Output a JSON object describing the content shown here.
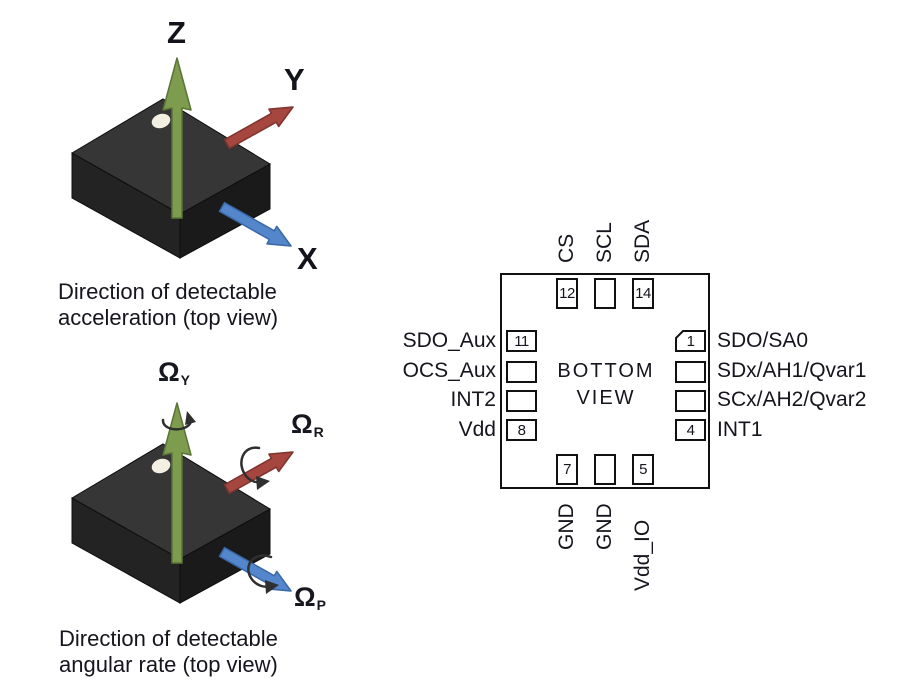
{
  "colors": {
    "arrow_green": "#7d9c4d",
    "arrow_green_dark": "#5a7437",
    "arrow_red": "#a5463f",
    "arrow_red_dark": "#7f332e",
    "arrow_blue": "#5486cc",
    "arrow_blue_dark": "#3a67a6",
    "chip_top": "#363636",
    "chip_left": "#232323",
    "chip_right": "#1a1a1a",
    "chip_dot": "#f3f0e2",
    "text": "#15151d"
  },
  "acceleration_figure": {
    "axis_z_label": "Z",
    "axis_y_label": "Y",
    "axis_x_label": "X",
    "caption_line1": "Direction of detectable",
    "caption_line2": "acceleration (top view)"
  },
  "angular_rate_figure": {
    "omega_symbol": "Ω",
    "yaw_subscript": "Y",
    "roll_subscript": "R",
    "pitch_subscript": "P",
    "caption_line1": "Direction of detectable",
    "caption_line2": "angular rate (top view)"
  },
  "pinout": {
    "view_label_line1": "BOTTOM",
    "view_label_line2": "VIEW",
    "top_pins": [
      {
        "number": "12",
        "label": "CS"
      },
      {
        "number": "",
        "label": "SCL"
      },
      {
        "number": "14",
        "label": "SDA"
      }
    ],
    "left_pins": [
      {
        "number": "11",
        "label": "SDO_Aux"
      },
      {
        "number": "",
        "label": "OCS_Aux"
      },
      {
        "number": "",
        "label": "INT2"
      },
      {
        "number": "8",
        "label": "Vdd"
      }
    ],
    "right_pins": [
      {
        "number": "1",
        "label": "SDO/SA0"
      },
      {
        "number": "",
        "label": "SDx/AH1/Qvar1"
      },
      {
        "number": "",
        "label": "SCx/AH2/Qvar2"
      },
      {
        "number": "4",
        "label": "INT1"
      }
    ],
    "bottom_pins": [
      {
        "number": "7",
        "label": "GND"
      },
      {
        "number": "",
        "label": "GND"
      },
      {
        "number": "5",
        "label": "Vdd_IO"
      }
    ]
  }
}
